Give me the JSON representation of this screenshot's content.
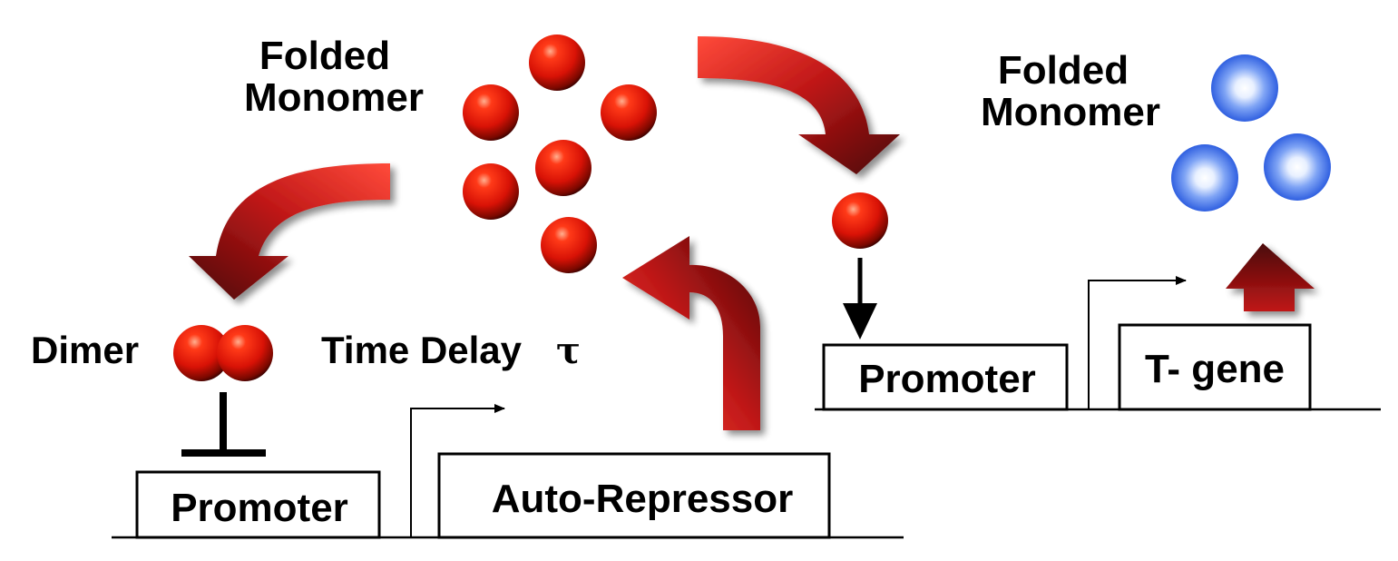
{
  "left_panel": {
    "folded_monomer_line1": "Folded",
    "folded_monomer_line2": "Monomer",
    "dimer_label": "Dimer",
    "time_delay_label": "Time Delay",
    "tau_symbol": "τ",
    "promoter_label": "Promoter",
    "gene_label": "Auto-Repressor"
  },
  "right_panel": {
    "folded_monomer_line1": "Folded",
    "folded_monomer_line2": "Monomer",
    "promoter_label": "Promoter",
    "gene_label": "T- gene"
  },
  "colors": {
    "repressor_protein": "#e01a0a",
    "target_protein": "#3b6fe8",
    "flow_arrow": "#b01616",
    "outline": "#000000"
  },
  "icons": {
    "repressor_monomer": "red-sphere-icon",
    "target_monomer": "blue-sphere-icon",
    "repression": "t-bar-inhibition-icon",
    "transcription_start": "bent-arrow-icon"
  }
}
